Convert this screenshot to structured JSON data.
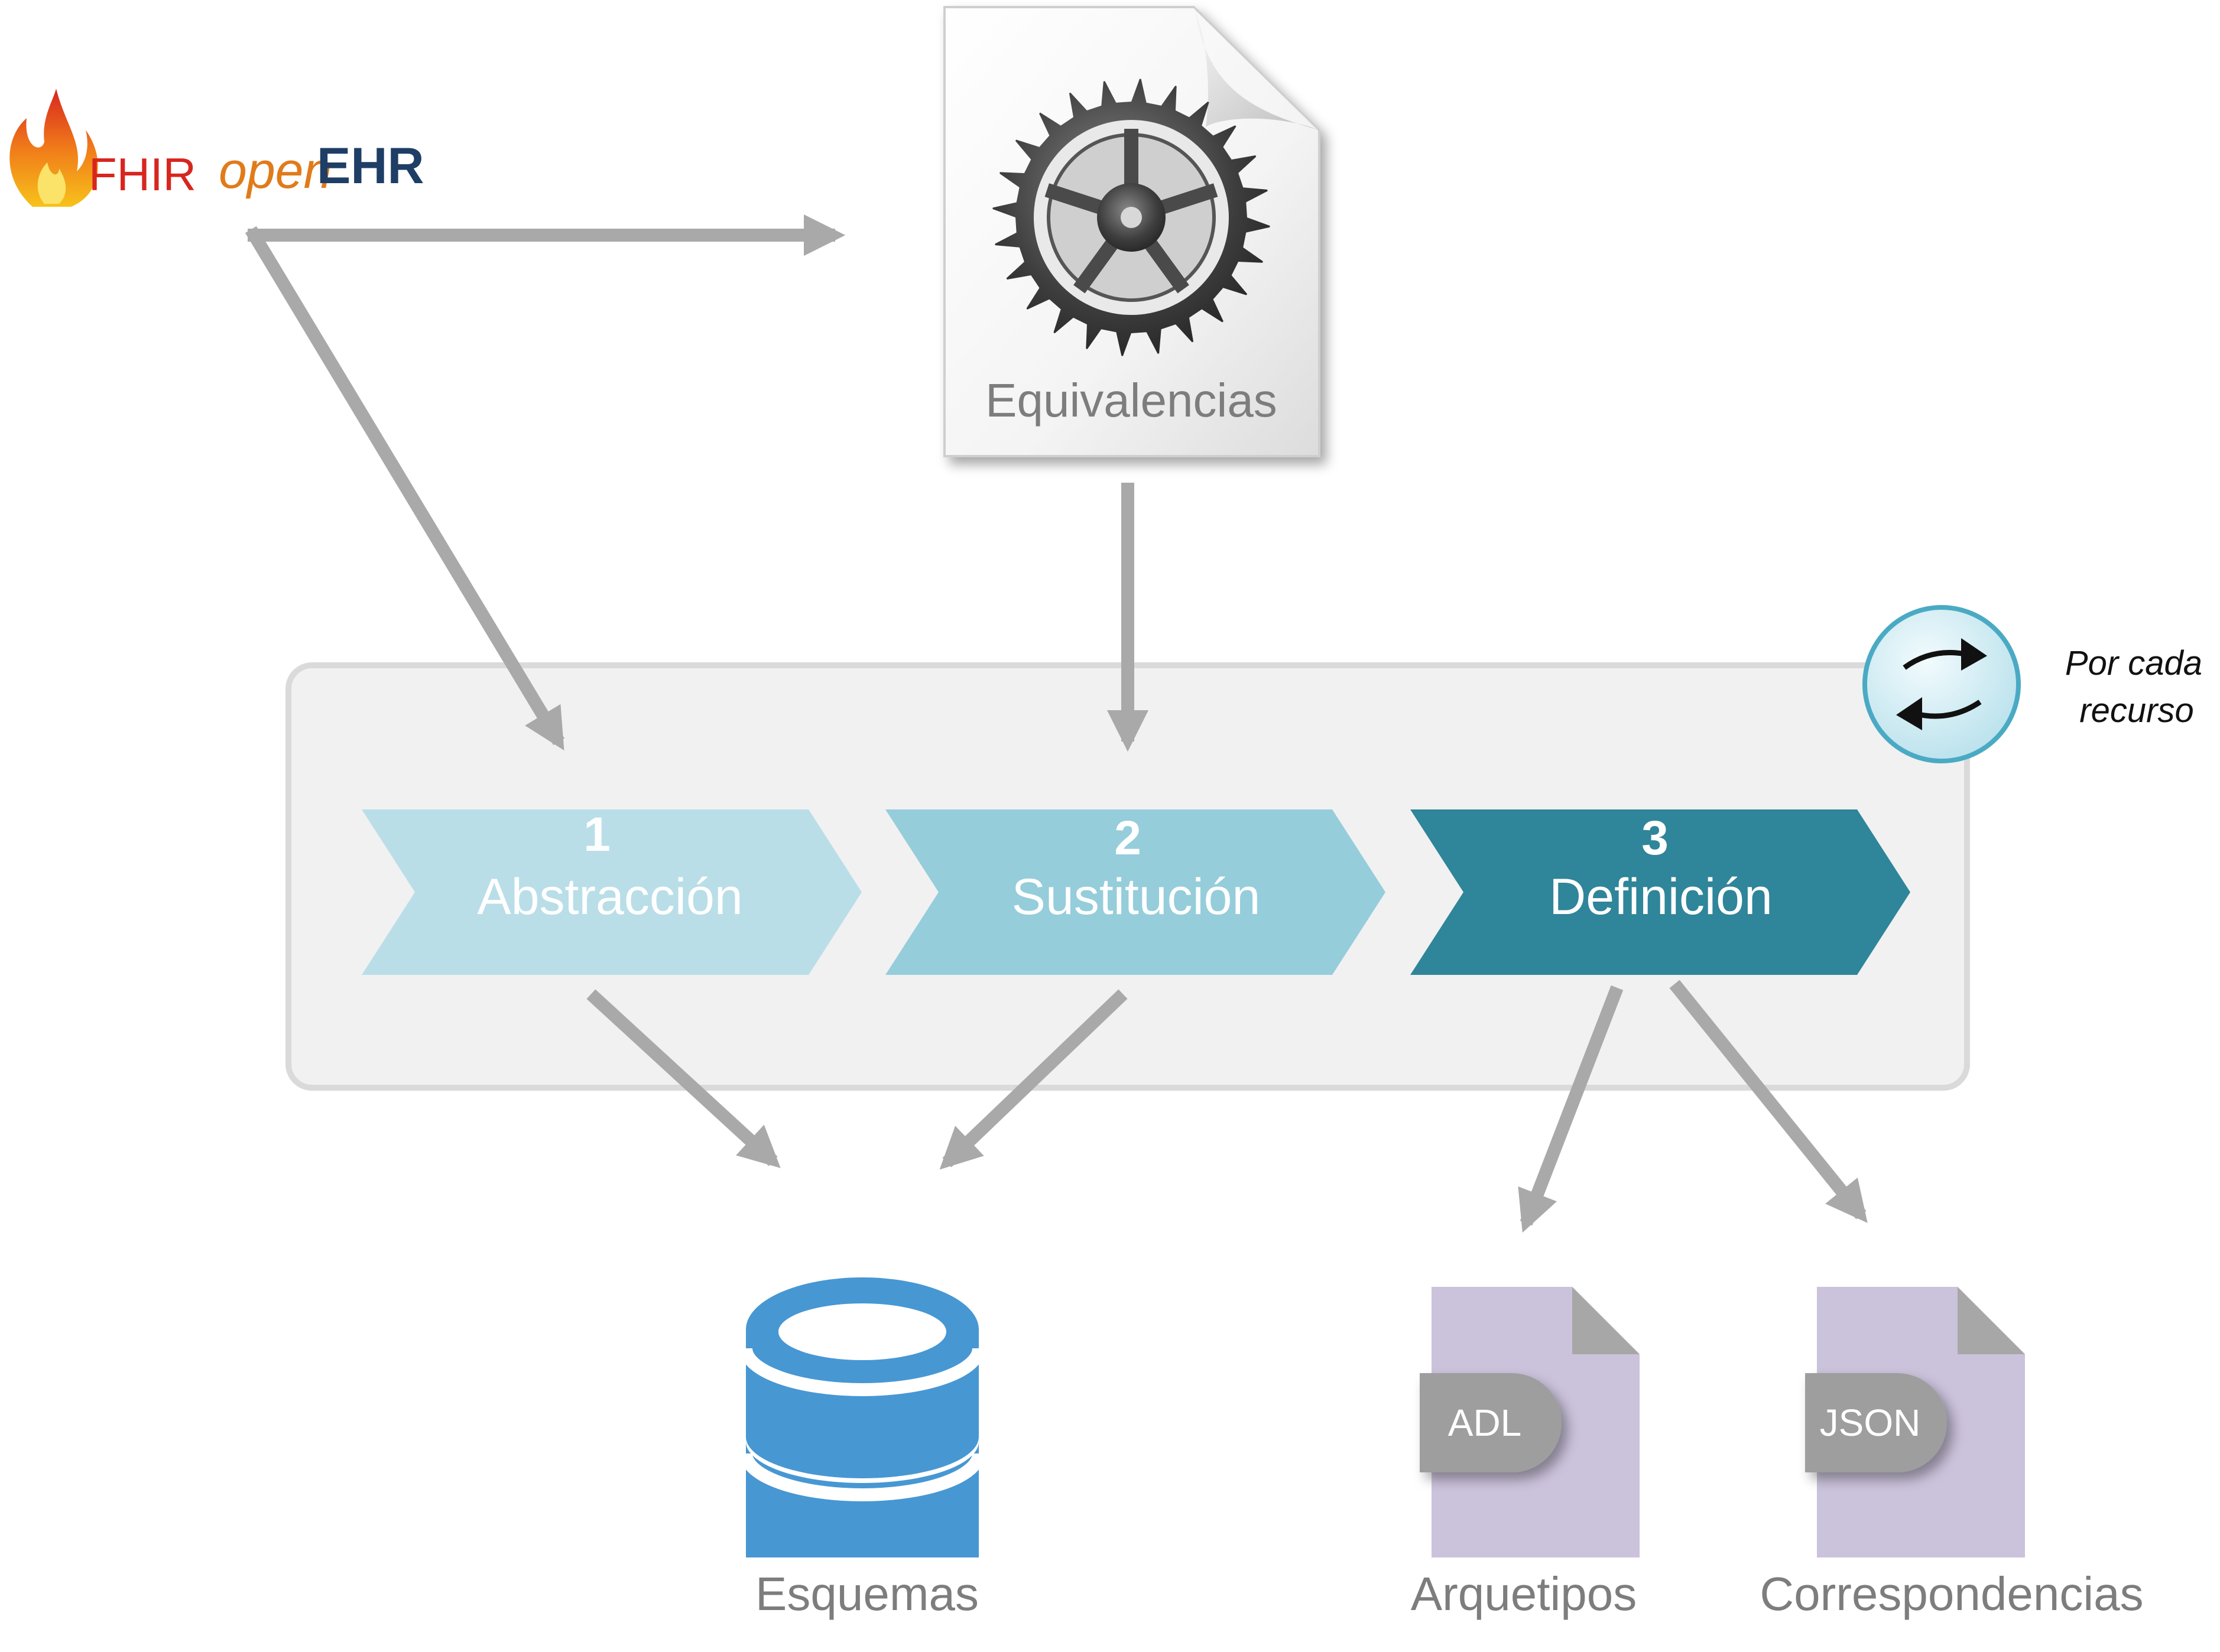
{
  "logos": {
    "fhir": "FHIR",
    "openehr_open": "open",
    "openehr_ehr": "EHR"
  },
  "equivalencias": {
    "label": "Equivalencias",
    "icon": "gear-icon"
  },
  "loop": {
    "icon": "loop-arrows-icon",
    "line1": "Por cada",
    "line2": "recurso"
  },
  "steps": [
    {
      "number": "1",
      "label": "Abstracción",
      "color": "#b9dee8"
    },
    {
      "number": "2",
      "label": "Sustitución",
      "color": "#95cddb"
    },
    {
      "number": "3",
      "label": "Definición",
      "color": "#2f8599"
    }
  ],
  "outputs": {
    "esquemas": {
      "label": "Esquemas",
      "icon": "database-icon",
      "color": "#4797d3"
    },
    "arquetipos": {
      "label": "Arquetipos",
      "tag": "ADL",
      "icon": "file-icon"
    },
    "correspondencias": {
      "label": "Correspondencias",
      "tag": "JSON",
      "icon": "file-icon"
    }
  },
  "colors": {
    "arrow": "#a9a9a9",
    "panel": "#f1f1f1",
    "panel_border": "#dadada",
    "label_text": "#7d7d7d",
    "file_body": "#cbc2db",
    "tag": "#9e9e9e",
    "fhir_red": "#d7261f",
    "openehr_orange": "#e07b1a",
    "openehr_navy": "#1f3e66"
  }
}
